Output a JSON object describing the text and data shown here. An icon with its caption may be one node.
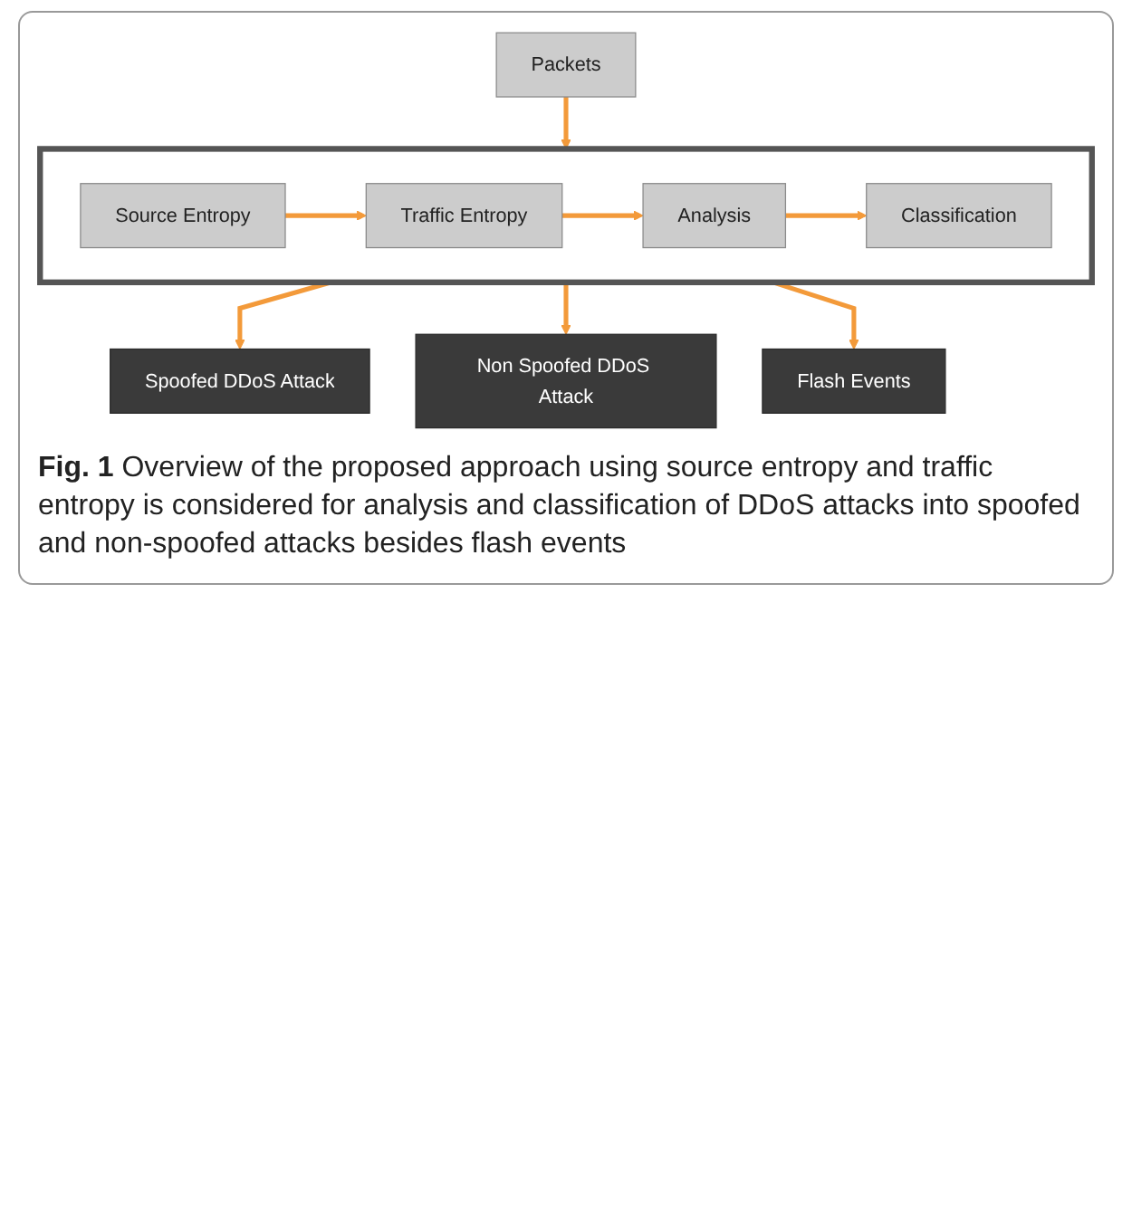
{
  "diagram": {
    "caption": "**Fig. 1** Overview of the proposed approach using source entropy and traffic entropy is considered for analysis and classification of DDoS attacks into spoofed and non-spoofed attacks besides flash events",
    "nodes": [
      {
        "text": [
          "Spoofed DDoS Attack"
        ]
      },
      {
        "text": [
          "Non Spoofed DDoS Attack"
        ]
      },
      {
        "text": [
          "Packets"
        ]
      },
      {
        "text": [],
        "shape": "box"
      },
      {
        "text": [
          "Source Entropy"
        ],
        "in": 3
      },
      {
        "text": [
          "Traffic Entropy"
        ],
        "in": 3
      },
      {
        "text": [
          "Analysis"
        ],
        "in": 3
      },
      {
        "text": [
          "Classification"
        ],
        "in": 3
      },
      {
        "text": [
          "Flash Events"
        ]
      }
    ],
    "edges": [
      {
        "from": 2,
        "to": 3,
        "arrow": "to"
      },
      {
        "from": 3,
        "to": 0,
        "arrow": "to"
      },
      {
        "from": 3,
        "to": 1,
        "arrow": "to"
      },
      {
        "from": 4,
        "to": 5,
        "arrow": "to"
      },
      {
        "from": 5,
        "to": 6,
        "arrow": "to"
      },
      {
        "from": 6,
        "to": 7,
        "arrow": "to"
      },
      {
        "from": 3,
        "to": 8,
        "arrow": "to"
      }
    ]
  }
}
